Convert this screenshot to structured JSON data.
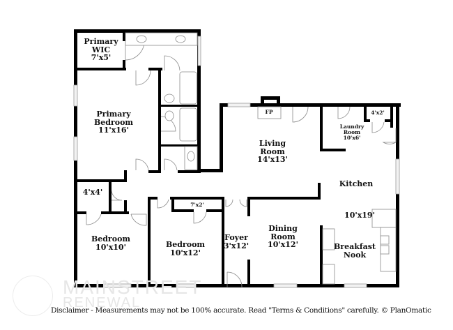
{
  "rooms": [
    {
      "id": "primary-wic",
      "name": "Primary\nWIC",
      "dims": "7'x5'"
    },
    {
      "id": "primary-bedroom",
      "name": "Primary\nBedroom",
      "dims": "11'x16'"
    },
    {
      "id": "living-room",
      "name": "Living\nRoom",
      "dims": "14'x13'"
    },
    {
      "id": "laundry-room",
      "name": "Laundry\nRoom",
      "dims": "10'x6'"
    },
    {
      "id": "laundry-closet",
      "name": "",
      "dims": "4'x2'"
    },
    {
      "id": "kitchen",
      "name": "Kitchen",
      "dims": "10'x19'"
    },
    {
      "id": "hall-closet",
      "name": "",
      "dims": "4'x4'"
    },
    {
      "id": "bedroom-2",
      "name": "Bedroom",
      "dims": "10'x10'"
    },
    {
      "id": "bedroom-3",
      "name": "Bedroom",
      "dims": "10'x12'"
    },
    {
      "id": "bedroom-3-closet",
      "name": "",
      "dims": "7'x2'"
    },
    {
      "id": "foyer",
      "name": "Foyer",
      "dims": "3'x12'"
    },
    {
      "id": "dining-room",
      "name": "Dining\nRoom",
      "dims": "10'x12'"
    },
    {
      "id": "breakfast-nook",
      "name": "Breakfast\nNook",
      "dims": ""
    }
  ],
  "labels": {
    "primary_wic": "Primary",
    "primary_wic_2": "WIC",
    "primary_wic_dims": "7'x5'",
    "primary_bedroom": "Primary",
    "primary_bedroom_2": "Bedroom",
    "primary_bedroom_dims": "11'x16'",
    "fireplace": "FP",
    "living_room": "Living",
    "living_room_2": "Room",
    "living_room_dims": "14'x13'",
    "laundry_room": "Laundry",
    "laundry_room_2": "Room",
    "laundry_room_dims": "10'x6'",
    "laundry_closet_dims": "4'x2'",
    "kitchen": "Kitchen",
    "kitchen_dims": "10'x19'",
    "hall_closet_dims": "4'x4'",
    "bedroom_2": "Bedroom",
    "bedroom_2_dims": "10'x10'",
    "bedroom_3": "Bedroom",
    "bedroom_3_dims": "10'x12'",
    "bedroom_3_closet_dims": "7'x2'",
    "foyer": "Foyer",
    "foyer_dims": "3'x12'",
    "dining_room": "Dining",
    "dining_room_2": "Room",
    "dining_room_dims": "10'x12'",
    "breakfast_nook": "Breakfast",
    "breakfast_nook_2": "Nook"
  },
  "watermark": {
    "line1": "MAINSTREET",
    "line2": "RENEWAL"
  },
  "disclaimer": "Disclaimer - Measurements may not be 100% accurate. Read \"Terms & Conditions\" carefully. © PlanOmatic",
  "colors": {
    "wall": "#000000",
    "window": "#f2f2f2",
    "fixture": "#8a8a8a",
    "background": "#ffffff"
  }
}
